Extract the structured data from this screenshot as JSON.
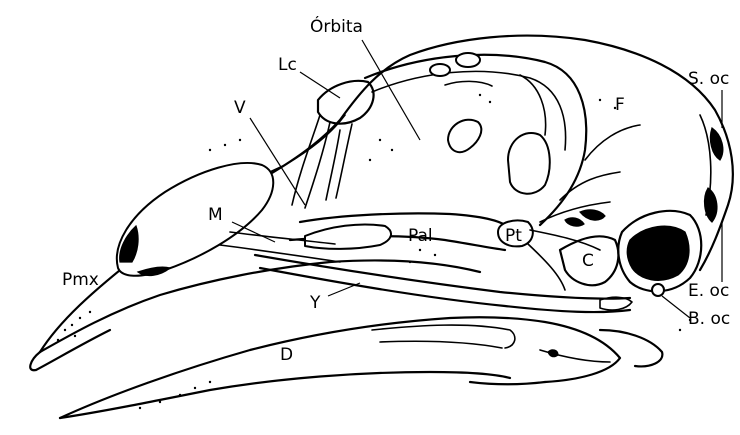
{
  "labels": {
    "orbita": "Órbita",
    "lc": "Lc",
    "v": "V",
    "f": "F",
    "s_oc": "S. oc",
    "m": "M",
    "pal": "Pal",
    "pt": "Pt",
    "c": "C",
    "pmx": "Pmx",
    "y": "Y",
    "e_oc": "E. oc",
    "b_oc": "B. oc",
    "d": "D"
  }
}
